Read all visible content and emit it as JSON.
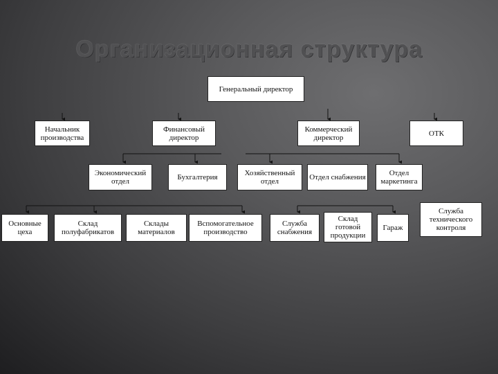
{
  "title": "Организационная структура",
  "nodes": {
    "general_director": "Генеральный директор",
    "head_of_production": "Начальник производства",
    "financial_director": "Финансовый директор",
    "commercial_director": "Коммерческий директор",
    "otk": "ОТК",
    "economic_dept": "Экономический отдел",
    "accounting": "Бухгалтерия",
    "household_dept": "Хозяйственный отдел",
    "supply_dept": "Отдел снабжения",
    "marketing_dept": "Отдел маркетинга",
    "main_workshops": "Основные цеха",
    "semi_finished_warehouse": "Склад полуфабрикатов",
    "materials_warehouses": "Склады материалов",
    "auxiliary_production": "Вспомогательное производство",
    "supply_service": "Служба снабжения",
    "finished_goods_warehouse": "Склад готовой продукции",
    "garage": "Гараж",
    "quality_control_service": "Служба технического контроля"
  }
}
